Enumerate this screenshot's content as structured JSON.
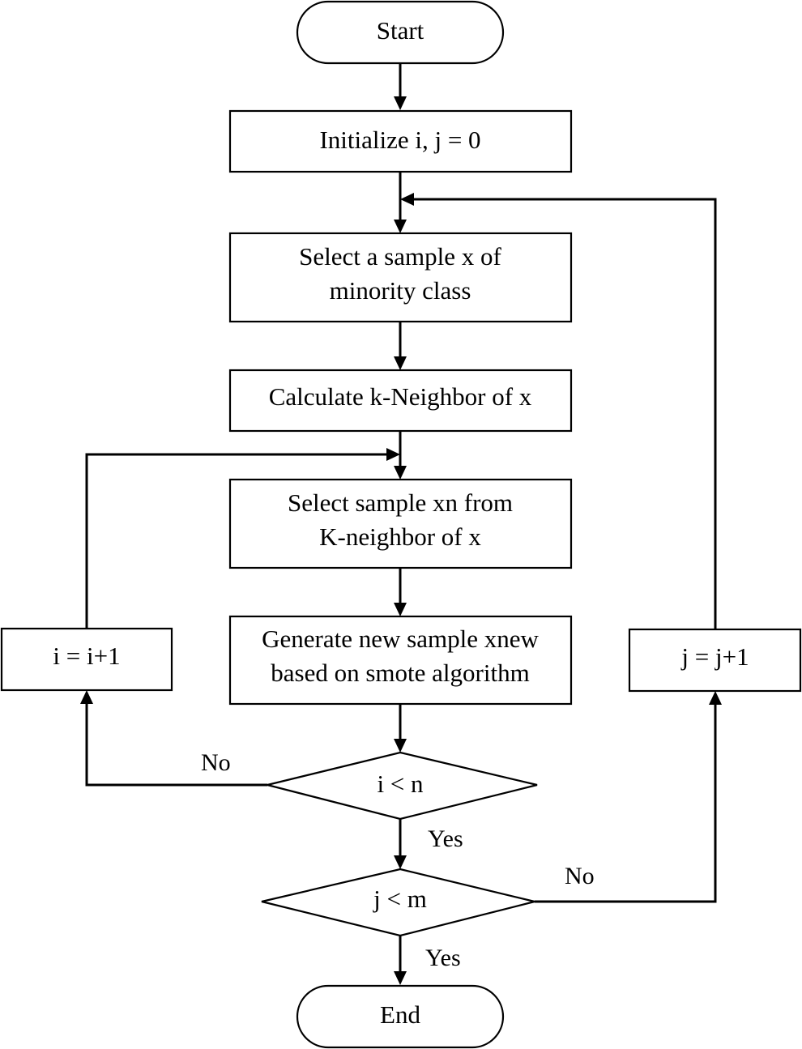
{
  "nodes": {
    "start": {
      "label": "Start"
    },
    "initialize": {
      "label": "Initialize i, j = 0"
    },
    "select_sample": {
      "line1": "Select a sample x of",
      "line2": "minority class"
    },
    "calc_neighbor": {
      "label": "Calculate k-Neighbor of x"
    },
    "select_xn": {
      "line1": "Select sample xn from",
      "line2": "K-neighbor of x"
    },
    "generate": {
      "line1": "Generate new sample xnew",
      "line2": "based on smote algorithm"
    },
    "increment_i": {
      "label": "i = i+1"
    },
    "increment_j": {
      "label": "j = j+1"
    },
    "decision_i": {
      "label": "i < n"
    },
    "decision_j": {
      "label": "j < m"
    },
    "end": {
      "label": "End"
    }
  },
  "edges": {
    "i_no": "No",
    "i_yes": "Yes",
    "j_no": "No",
    "j_yes": "Yes"
  }
}
